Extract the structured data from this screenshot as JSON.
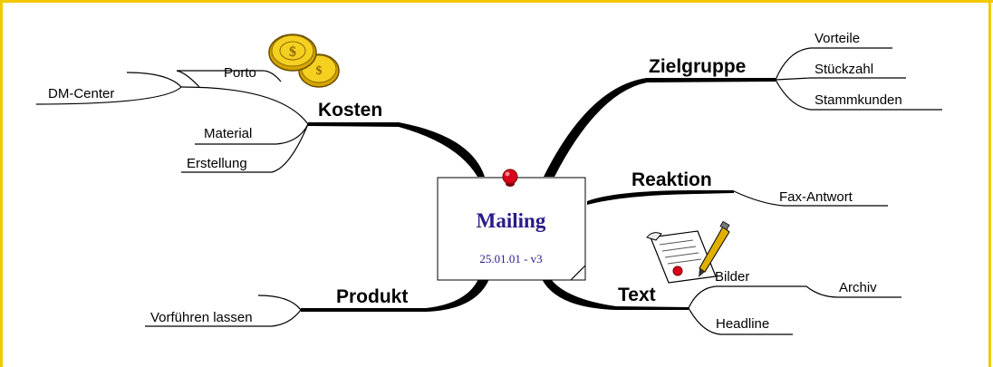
{
  "center": {
    "title": "Mailing",
    "subtitle": "25.01.01 - v3"
  },
  "branches": {
    "kosten": {
      "label": "Kosten",
      "leaves": {
        "porto": "Porto",
        "dm_center": "DM-Center",
        "material": "Material",
        "erstellung": "Erstellung"
      }
    },
    "zielgruppe": {
      "label": "Zielgruppe",
      "leaves": {
        "vorteile": "Vorteile",
        "stueckzahl": "Stückzahl",
        "stammkunden": "Stammkunden"
      }
    },
    "reaktion": {
      "label": "Reaktion",
      "leaves": {
        "fax": "Fax-Antwort"
      }
    },
    "text": {
      "label": "Text",
      "leaves": {
        "bilder": "Bilder",
        "archiv": "Archiv",
        "headline": "Headline"
      }
    },
    "produkt": {
      "label": "Produkt",
      "leaves": {
        "vorfuehren": "Vorführen lassen"
      }
    }
  },
  "colors": {
    "border": "#f2c800",
    "center_text": "#2a1a8a",
    "pin": "#d8001a"
  },
  "icons": [
    "coins-icon",
    "document-pen-icon",
    "pin-icon"
  ]
}
